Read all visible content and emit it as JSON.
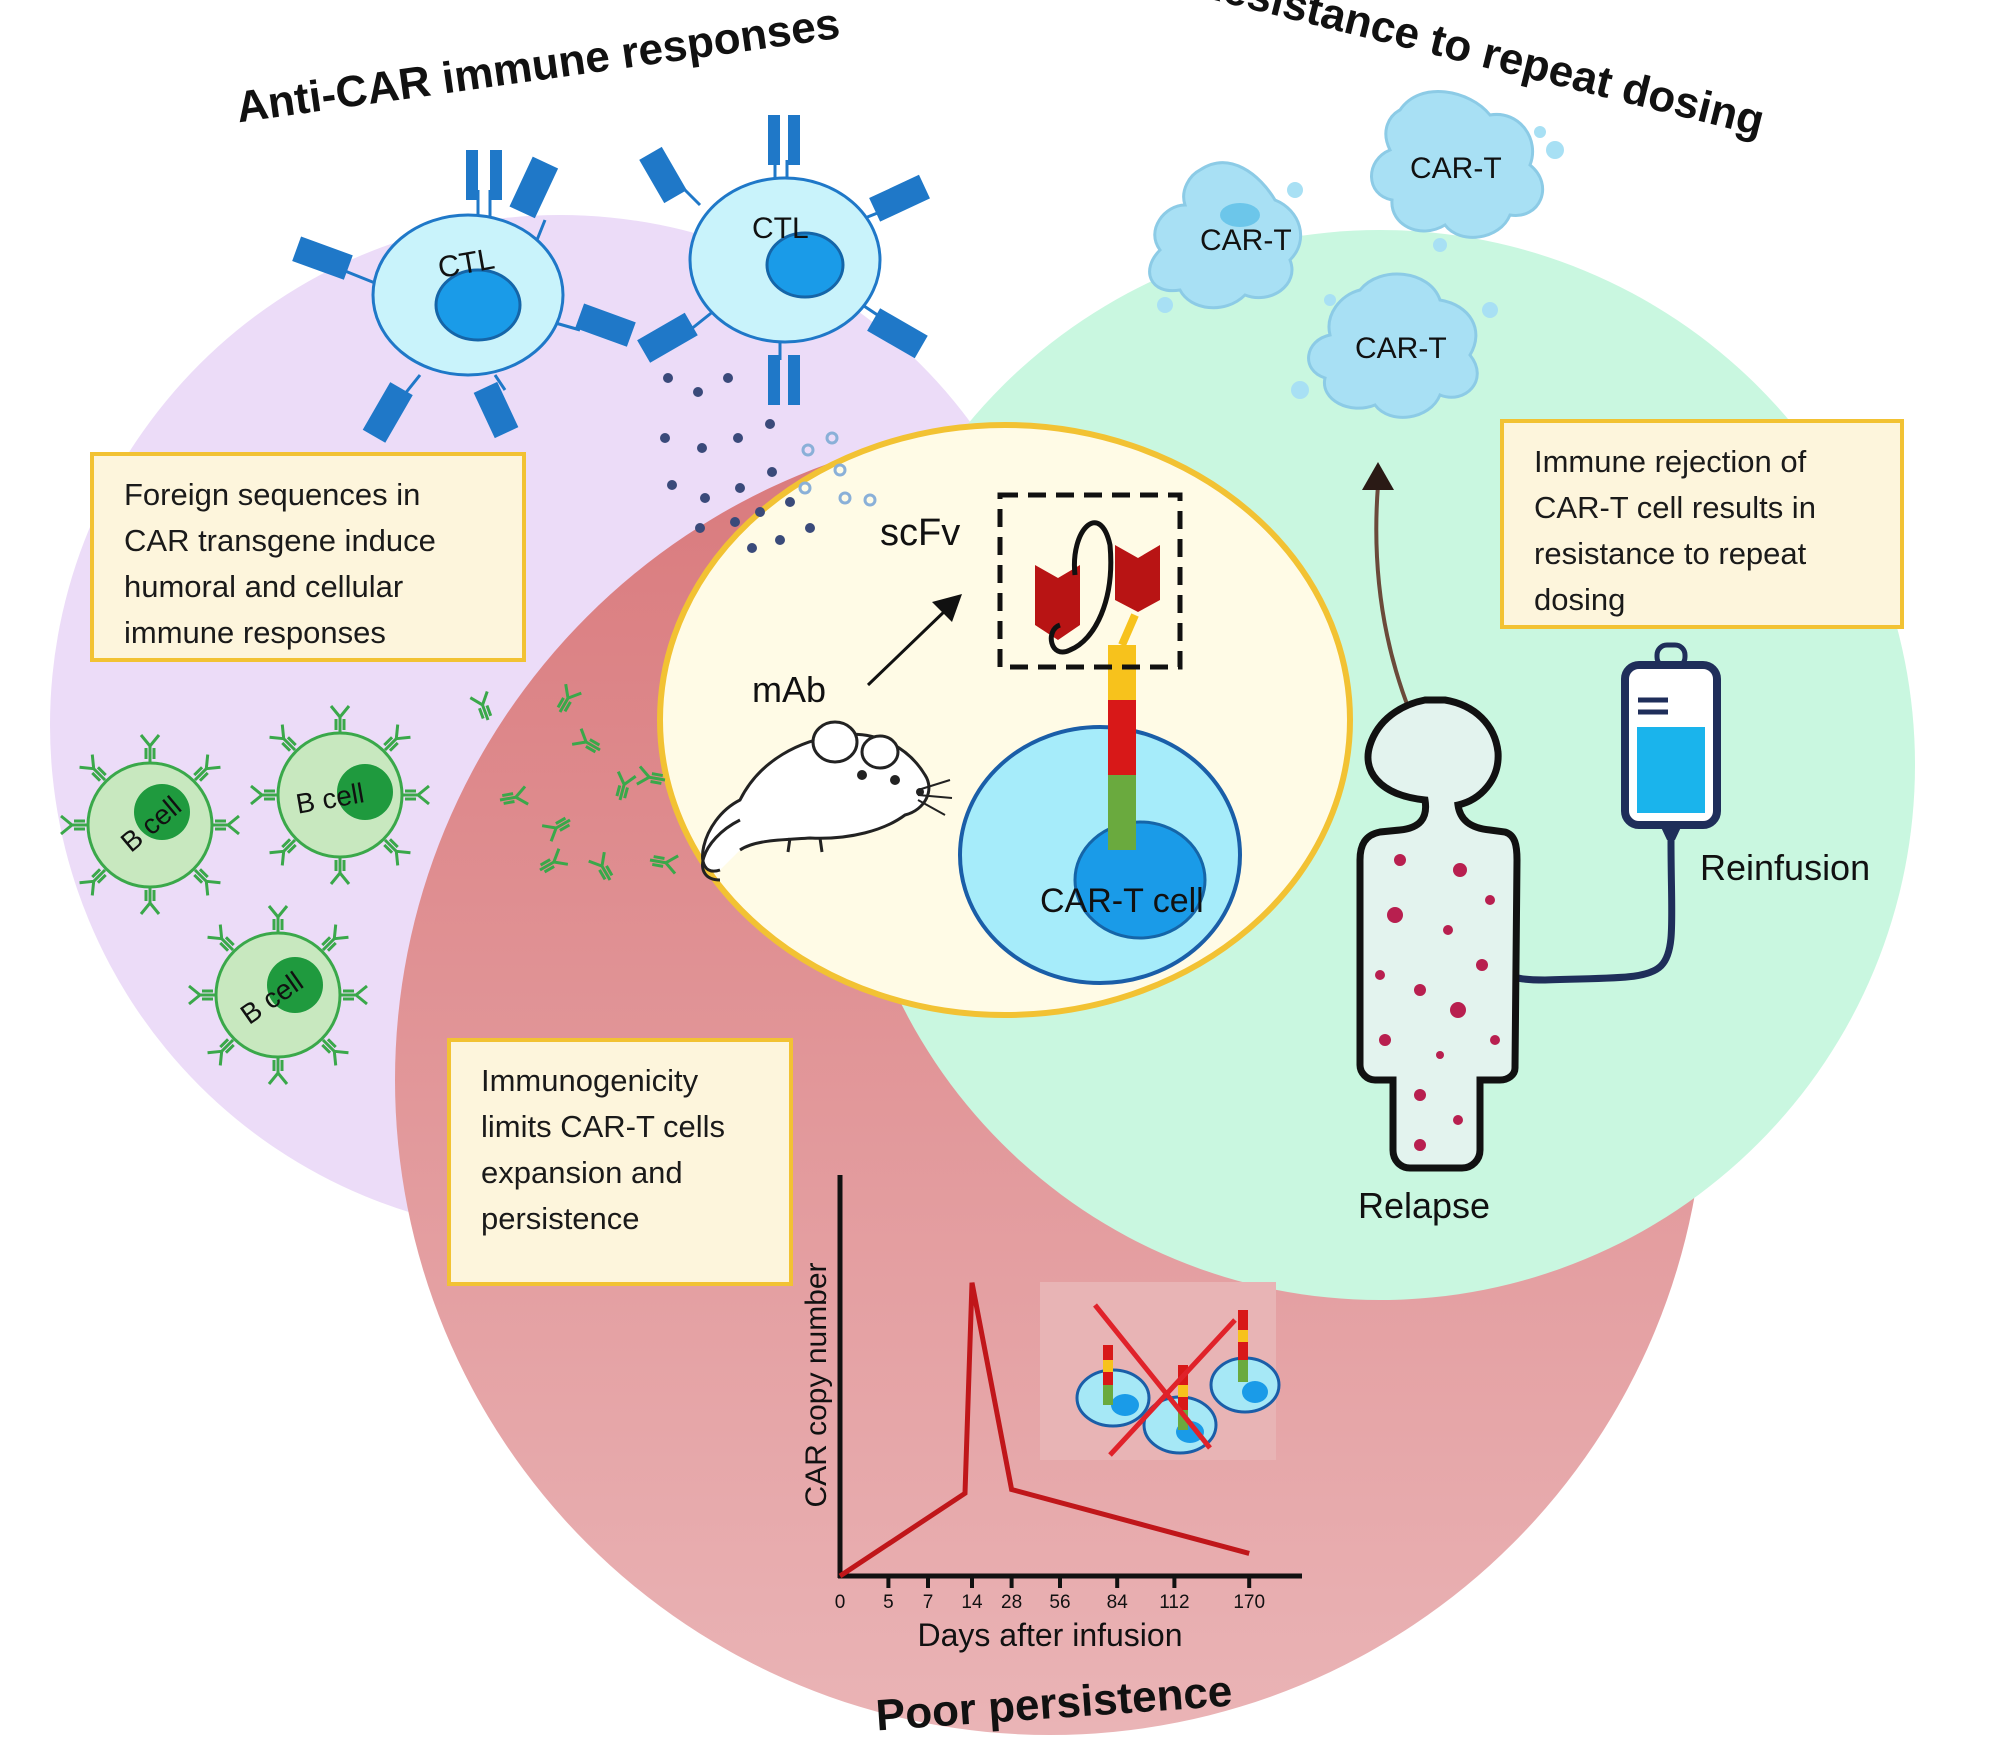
{
  "titles": {
    "anti_car": "Anti-CAR immune responses",
    "resistance": "Resistance to repeat dosing",
    "persistence": "Poor persistence"
  },
  "boxes": {
    "foreign_sequences": "Foreign sequences in CAR transgene induce humoral and cellular immune responses",
    "immune_rejection": "Immune rejection of CAR-T cell results in resistance to repeat dosing",
    "immunogenicity": "Immunogenicity limits CAR-T cells expansion and persistence"
  },
  "labels": {
    "ctl": "CTL",
    "b_cell": "B cell",
    "car_t": "CAR-T",
    "scfv": "scFv",
    "mab": "mAb",
    "car_t_cell": "CAR-T cell",
    "reinfusion": "Reinfusion",
    "relapse": "Relapse"
  },
  "colors": {
    "purple_circle": "#ecdcf8",
    "green_circle": "#c9f7e0",
    "red_circle": "#df8f92",
    "center_circle": "#fffbe6",
    "box_border": "#f2c233",
    "antibody_green": "#3aa84a",
    "ctl_blue": "#1f78c8",
    "plot_line": "#c0161a"
  },
  "chart_data": {
    "type": "line",
    "ylabel": "CAR copy number",
    "xlabel": "Days after infusion",
    "x_ticks": [
      "0",
      "5",
      "7",
      "14",
      "28",
      "56",
      "84",
      "112",
      "170"
    ],
    "series": [
      {
        "x": [
          "0",
          "14",
          "14",
          "28",
          "170"
        ],
        "values": [
          0.0,
          0.22,
          0.78,
          0.23,
          0.06
        ]
      }
    ]
  }
}
